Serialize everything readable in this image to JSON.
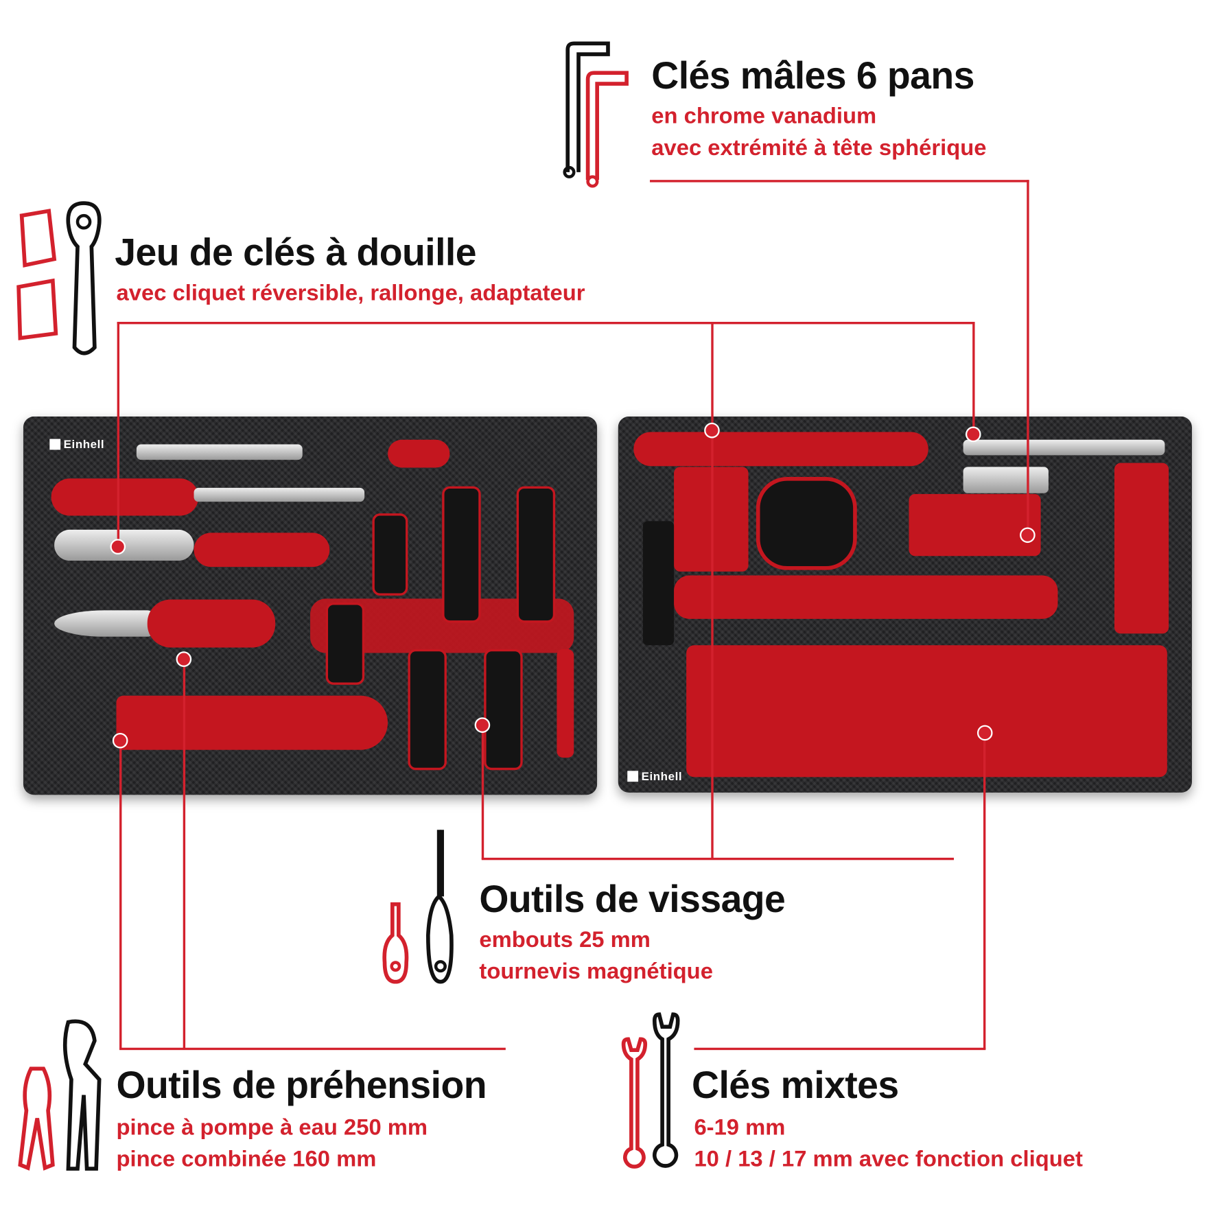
{
  "brand": {
    "logo_text": "Einhell"
  },
  "accent_color": "#d3212d",
  "sections": [
    {
      "id": "hex-keys",
      "title": "Clés mâles 6 pans",
      "lines": [
        "en chrome vanadium",
        "avec extrémité à tête sphérique"
      ],
      "icon": "hex-key-icon"
    },
    {
      "id": "socket-set",
      "title": "Jeu de clés à douille",
      "lines": [
        "avec cliquet réversible, rallonge, adaptateur"
      ],
      "icon": "ratchet-socket-icon"
    },
    {
      "id": "screwing-tools",
      "title": "Outils de vissage",
      "lines": [
        "embouts 25 mm",
        "tournevis magnétique"
      ],
      "icon": "screwdriver-icon"
    },
    {
      "id": "gripping-tools",
      "title": "Outils de préhension",
      "lines": [
        "pince à pompe à eau 250 mm",
        "pince combinée 160 mm"
      ],
      "icon": "pliers-icon"
    },
    {
      "id": "combination-wrenches",
      "title": "Clés mixtes",
      "lines": [
        "6-19 mm",
        "10 / 13 / 17 mm avec fonction cliquet"
      ],
      "icon": "wrench-icon"
    }
  ]
}
